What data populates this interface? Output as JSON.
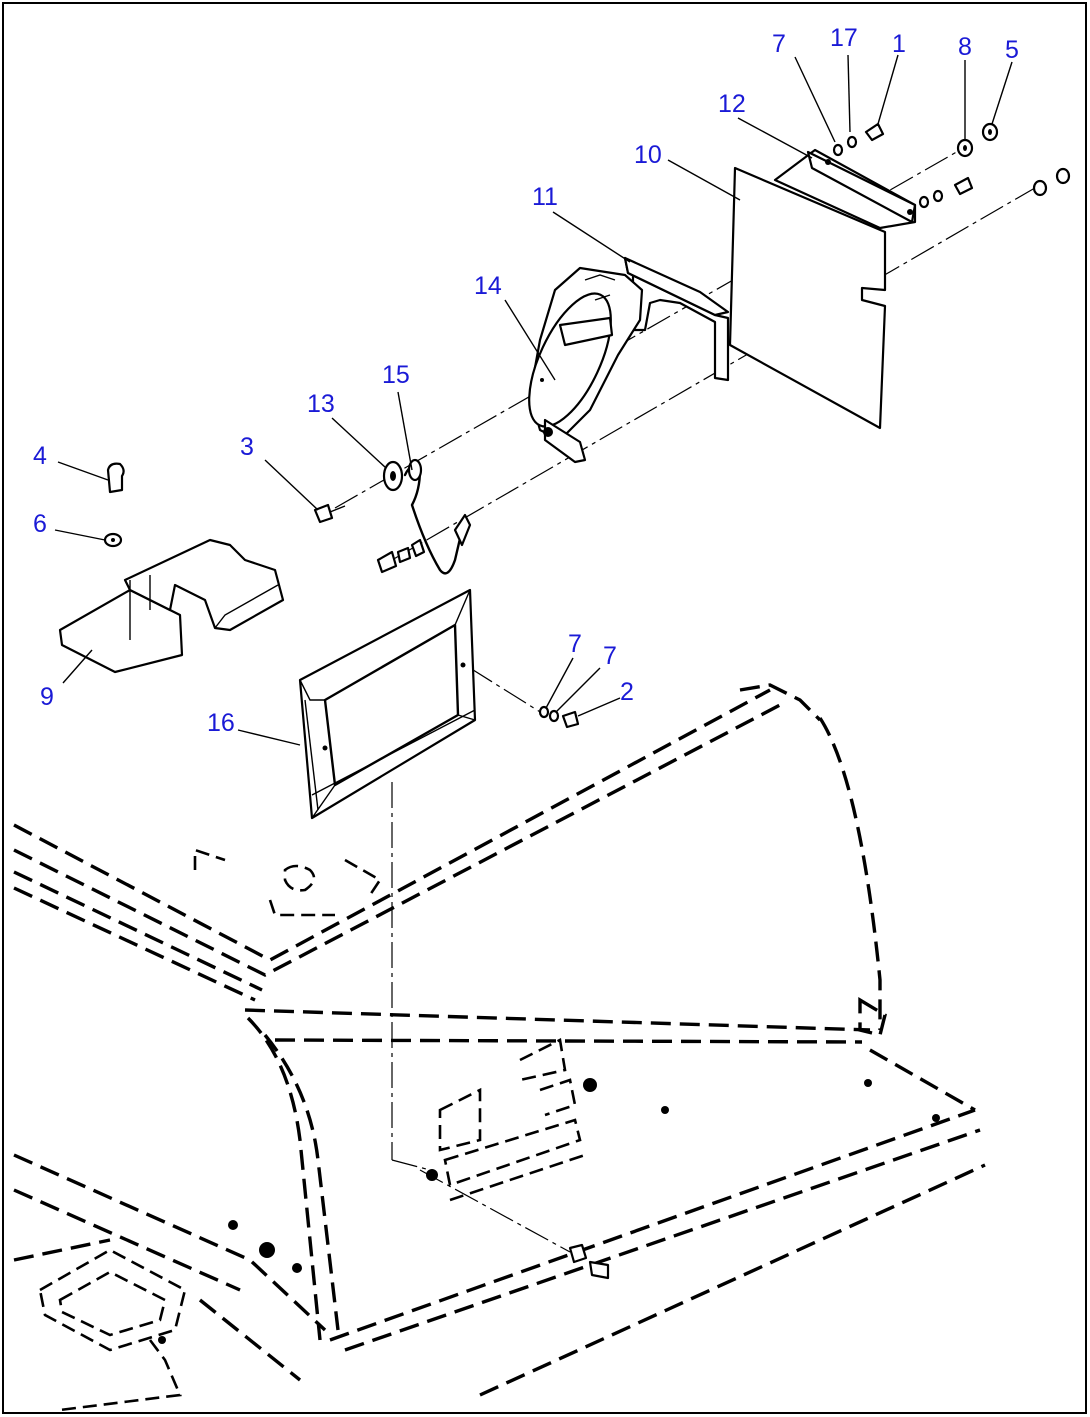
{
  "diagram": {
    "callouts": [
      {
        "id": "c1",
        "text": "1"
      },
      {
        "id": "c2",
        "text": "2"
      },
      {
        "id": "c3",
        "text": "3"
      },
      {
        "id": "c4",
        "text": "4"
      },
      {
        "id": "c5",
        "text": "5"
      },
      {
        "id": "c6",
        "text": "6"
      },
      {
        "id": "c7a",
        "text": "7"
      },
      {
        "id": "c7b",
        "text": "7"
      },
      {
        "id": "c7c",
        "text": "7"
      },
      {
        "id": "c8",
        "text": "8"
      },
      {
        "id": "c9",
        "text": "9"
      },
      {
        "id": "c10",
        "text": "10"
      },
      {
        "id": "c11",
        "text": "11"
      },
      {
        "id": "c12",
        "text": "12"
      },
      {
        "id": "c13",
        "text": "13"
      },
      {
        "id": "c14",
        "text": "14"
      },
      {
        "id": "c15",
        "text": "15"
      },
      {
        "id": "c16",
        "text": "16"
      },
      {
        "id": "c17",
        "text": "17"
      }
    ],
    "colors": {
      "callout_text": "#1a1ad6",
      "line_art": "#000000",
      "background": "#ffffff"
    }
  }
}
